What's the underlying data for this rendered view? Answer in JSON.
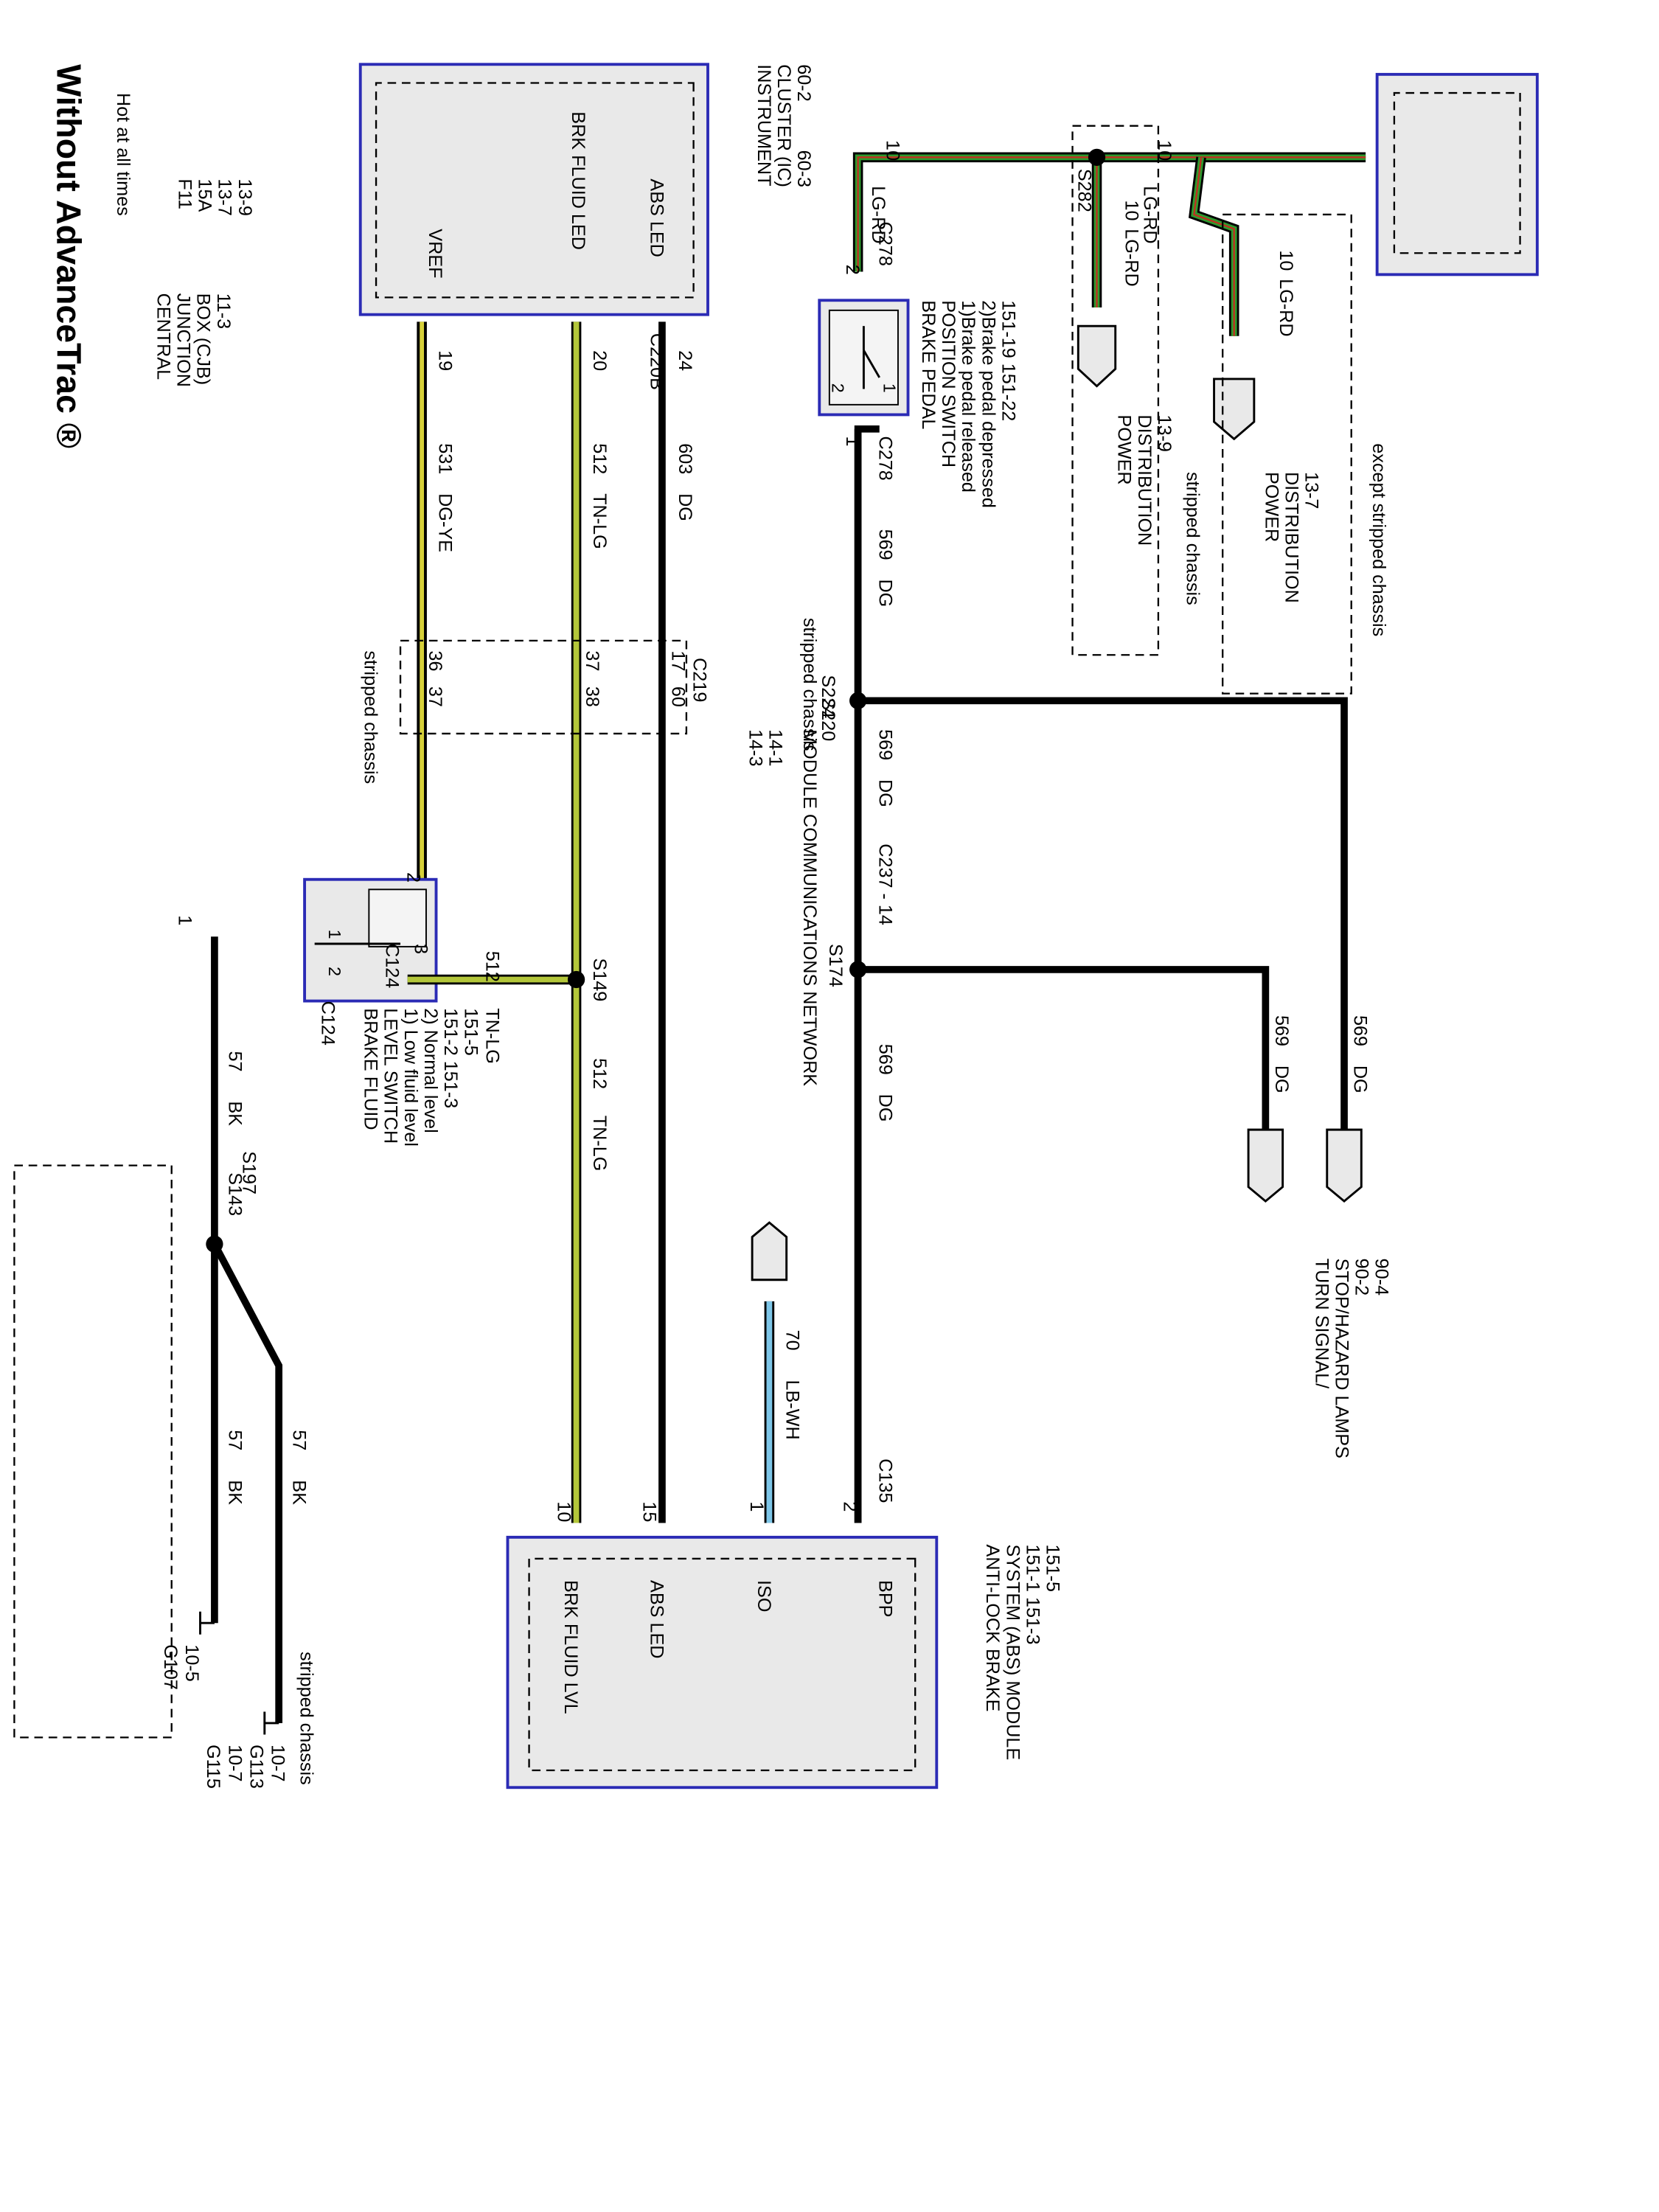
{
  "title": "Without AdvanceTrac ®",
  "hot_at_all_times": "Hot at all times",
  "cjb": {
    "lines": [
      "CENTRAL",
      "JUNCTION",
      "BOX (CJB)",
      "11-3"
    ],
    "fuse": [
      "F11",
      "15A",
      "13-7",
      "13-9"
    ]
  },
  "ic": {
    "lines": [
      "INSTRUMENT",
      "CLUSTER (IC)",
      "60-2",
      "60-3"
    ],
    "abs_led": "ABS LED",
    "brk_fluid_led": "BRK FLUID LED",
    "vref": "VREF",
    "connector": "C220B"
  },
  "bpp_switch": {
    "lines": [
      "BRAKE PEDAL",
      "POSITION SWITCH",
      "1)Brake pedal released",
      "2)Brake pedal depressed",
      "151-19  151-22"
    ],
    "pin_top": "2",
    "pin_bottom": "1",
    "c_top": "C278",
    "c_bottom": "C278",
    "inner_1": "1",
    "inner_2": "2"
  },
  "power_dist_a": {
    "lines": [
      "POWER",
      "DISTRIBUTION",
      "13-9"
    ],
    "wire": "10",
    "color": "LG-RD",
    "splice": "S282",
    "note": "stripped chassis"
  },
  "power_dist_b": {
    "lines": [
      "POWER",
      "DISTRIBUTION",
      "13-7"
    ],
    "wire": "10",
    "color": "LG-RD",
    "note": "except stripped chassis"
  },
  "top_wires": [
    {
      "num": "10",
      "color": "LG-RD"
    },
    {
      "num": "10",
      "color": "LG-RD"
    }
  ],
  "bpp_wire": {
    "num": "569",
    "color": "DG"
  },
  "splice_s224": {
    "name": "S224",
    "alt": "S220",
    "note": "stripped chassis"
  },
  "mcn": {
    "lines": [
      "MODULE COMMUNICATIONS NETWORK",
      "14-1",
      "14-3"
    ]
  },
  "c237": "C237 - 14",
  "s174": "S174",
  "turn": {
    "lines": [
      "TURN SIGNAL/",
      "STOP/HAZARD LAMPS",
      "90-2",
      "90-4"
    ],
    "w1": {
      "num": "569",
      "color": "DG"
    },
    "w2": {
      "num": "569",
      "color": "DG"
    }
  },
  "ic_wires": {
    "w603": {
      "num": "603",
      "color": "DG",
      "pin": "24"
    },
    "w512": {
      "num": "512",
      "color": "TN-LG",
      "pin": "20"
    },
    "w531": {
      "num": "531",
      "color": "DG-YE",
      "pin": "19"
    }
  },
  "c219": {
    "name": "C219",
    "pins_a": [
      "17",
      "37",
      "36"
    ],
    "pins_b": [
      "60",
      "38",
      "37"
    ],
    "note": "stripped chassis"
  },
  "wire_569_mid": {
    "num": "569",
    "color": "DG"
  },
  "wire_569_low": {
    "num": "569",
    "color": "DG"
  },
  "bfl_switch": {
    "lines": [
      "BRAKE FLUID",
      "LEVEL SWITCH",
      "1) Low fluid level",
      "2) Normal level",
      "151-2      151-3",
      "151-5"
    ],
    "connector": "C124",
    "connector2": "C124",
    "pin1": "1",
    "pin2": "2",
    "pin3": "3",
    "inner_1": "1",
    "inner_2": "2"
  },
  "s149": "S149",
  "w512_h": {
    "num": "512",
    "color": "TN-LG"
  },
  "w512_low": {
    "num": "512",
    "color": "TN-LG"
  },
  "ground": {
    "w57a": {
      "num": "57",
      "color": "BK"
    },
    "w57b": {
      "num": "57",
      "color": "BK"
    },
    "w57c": {
      "num": "57",
      "color": "BK"
    },
    "splice": "S143",
    "splice_alt": "S197",
    "g107": [
      "G107",
      "10-5"
    ],
    "g113": [
      "G113",
      "10-7"
    ],
    "g115": [
      "G115",
      "10-7"
    ],
    "note": "stripped chassis"
  },
  "iso_wire": {
    "num": "70",
    "color": "LB-WH"
  },
  "abs": {
    "lines": [
      "ANTI-LOCK BRAKE",
      "SYSTEM (ABS) MODULE",
      "151-1      151-3",
      "151-5"
    ],
    "connector": "C135",
    "bpp": "BPP",
    "iso": "ISO",
    "abs_led": "ABS LED",
    "brk_fluid_lvl": "BRK FLUID LVL",
    "pins": [
      "2",
      "1",
      "15",
      "10"
    ]
  }
}
